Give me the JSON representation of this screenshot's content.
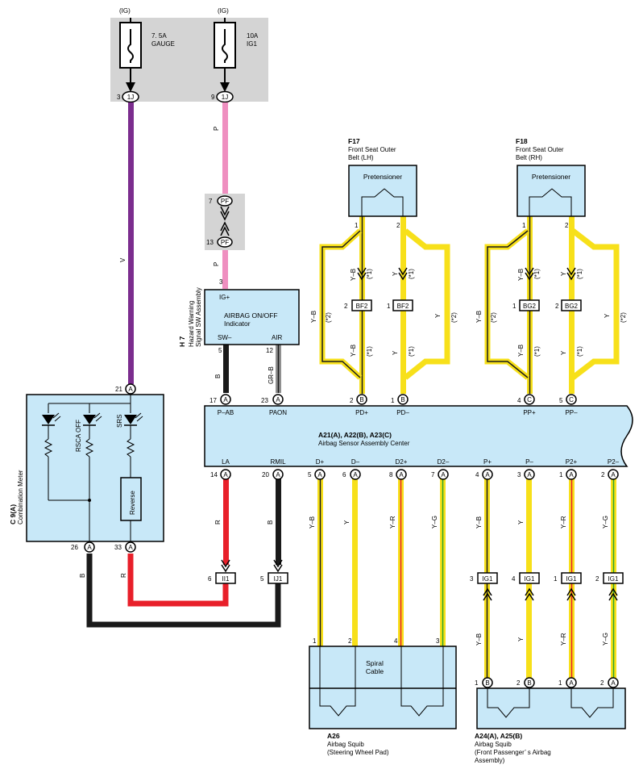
{
  "colors": {
    "box_fill": "#c8e8f8",
    "fuse_bg": "#d4d4d4",
    "wire_violet": "#7b2d8e",
    "wire_pink": "#ef8fc0",
    "wire_black": "#1a1a1a",
    "wire_red": "#e8202a",
    "wire_yellow": "#f7e01a",
    "wire_gray": "#909090",
    "wire_green": "#2aa52a"
  },
  "fuses": [
    {
      "supply": "(IG)",
      "rating": "7. 5A",
      "name": "GAUGE",
      "pin": "3",
      "connector": "1J"
    },
    {
      "supply": "(IG)",
      "rating": "10A",
      "name": "IG1",
      "pin": "9",
      "connector": "1J"
    }
  ],
  "pf_connector": {
    "name": "PF",
    "pin_top": "7",
    "pin_bottom": "13"
  },
  "wire_colors": {
    "v": "V",
    "p": "P",
    "b": "B",
    "r": "R",
    "grb": "GR–B",
    "yb": "Y–B",
    "y": "Y",
    "yr": "Y–R",
    "yg": "Y–G",
    "s1": "(*1)",
    "s2": "(*2)"
  },
  "h7": {
    "code": "H 7",
    "name1": "Hazard Warning",
    "name2": "Signal SW Assembly",
    "pin_igp": "3",
    "igp": "IG+",
    "title1": "AIRBAG ON/OFF",
    "title2": "Indicator",
    "swm": "SW–",
    "air": "AIR",
    "pin_sw": "5",
    "pin_air": "12"
  },
  "meter": {
    "code": "C 9(A)",
    "name": "Combination Meter",
    "pin_top": "21",
    "pin_top_conn": "A",
    "led_rsca": "RSCA OFF",
    "led_srs": "SRS",
    "reverse": "Reverse",
    "pin_b1": "26",
    "pin_b2": "33",
    "conn": "A"
  },
  "seatbelts": [
    {
      "code": "F17",
      "name1": "Front Seat Outer",
      "name2": "Belt (LH)",
      "part": "Pretensioner",
      "pin1": "1",
      "pin2": "2",
      "conn1": "BF2",
      "conn2": "BF2",
      "cpin1": "2",
      "cpin2": "1"
    },
    {
      "code": "F18",
      "name1": "Front Seat Outer",
      "name2": "Belt (RH)",
      "part": "Pretensioner",
      "pin1": "1",
      "pin2": "2",
      "conn1": "BG2",
      "conn2": "BG2",
      "cpin1": "1",
      "cpin2": "2"
    }
  ],
  "ecu": {
    "title1": "A21(A), A22(B), A23(C)",
    "title2": "Airbag Sensor Assembly Center",
    "top_pins": [
      {
        "pin": "17",
        "conn": "A",
        "label": "P–AB"
      },
      {
        "pin": "23",
        "conn": "A",
        "label": "PAON"
      },
      {
        "pin": "2",
        "conn": "B",
        "label": "PD+"
      },
      {
        "pin": "1",
        "conn": "B",
        "label": "PD–"
      },
      {
        "pin": "4",
        "conn": "C",
        "label": "PP+"
      },
      {
        "pin": "5",
        "conn": "C",
        "label": "PP–"
      }
    ],
    "bottom_pins": [
      {
        "pin": "14",
        "conn": "A",
        "label": "LA"
      },
      {
        "pin": "20",
        "conn": "A",
        "label": "RMIL"
      },
      {
        "pin": "5",
        "conn": "A",
        "label": "D+"
      },
      {
        "pin": "6",
        "conn": "A",
        "label": "D–"
      },
      {
        "pin": "8",
        "conn": "A",
        "label": "D2+"
      },
      {
        "pin": "7",
        "conn": "A",
        "label": "D2–"
      },
      {
        "pin": "4",
        "conn": "A",
        "label": "P+"
      },
      {
        "pin": "3",
        "conn": "A",
        "label": "P–"
      },
      {
        "pin": "1",
        "conn": "A",
        "label": "P2+"
      },
      {
        "pin": "2",
        "conn": "A",
        "label": "P2–"
      }
    ]
  },
  "ii1": {
    "pin": "6",
    "name": "II1"
  },
  "ij1": {
    "pin": "5",
    "name": "IJ1"
  },
  "ig1": [
    {
      "pin": "3",
      "name": "IG1"
    },
    {
      "pin": "4",
      "name": "IG1"
    },
    {
      "pin": "1",
      "name": "IG1"
    },
    {
      "pin": "2",
      "name": "IG1"
    }
  ],
  "spiral": {
    "label1": "Spiral",
    "label2": "Cable",
    "pins": [
      "1",
      "2",
      "4",
      "3"
    ]
  },
  "a26": {
    "code": "A26",
    "name1": "Airbag Squib",
    "name2": "(Steering Wheel Pad)"
  },
  "a24": {
    "code": "A24(A), A25(B)",
    "name1": "Airbag Squib",
    "name2": "(Front Passenger’ s Airbag",
    "name3": " Assembly)",
    "pins": [
      {
        "pin": "1",
        "conn": "B"
      },
      {
        "pin": "2",
        "conn": "B"
      },
      {
        "pin": "1",
        "conn": "A"
      },
      {
        "pin": "2",
        "conn": "A"
      }
    ]
  }
}
